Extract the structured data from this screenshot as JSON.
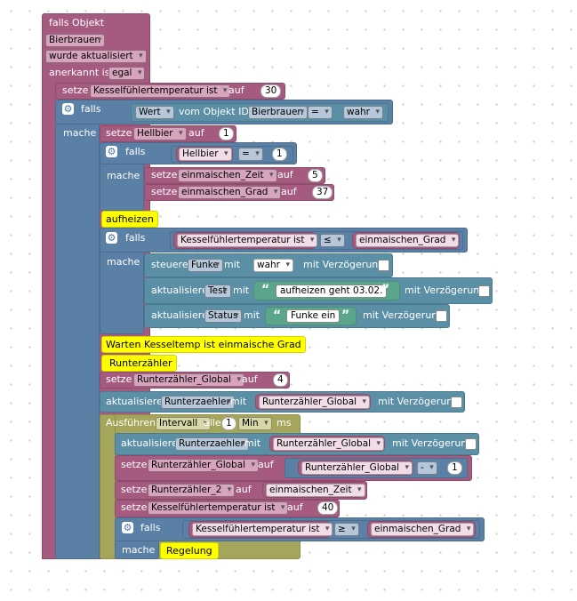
{
  "trigger": {
    "title": "falls Objekt",
    "object": "Bierbrauen",
    "event": "wurde aktualisiert",
    "ack_label": "anerkannt ist",
    "ack_value": "egal"
  },
  "set1": {
    "label": "setze",
    "var": "Kesselfühlertemperatur ist",
    "to": "auf",
    "value": "30"
  },
  "if1": {
    "if_label": "falls",
    "then_label": "mache",
    "value_kw": "Wert",
    "of_obj": "vom Objekt ID",
    "obj": "Bierbrauen",
    "op": "=",
    "val": "wahr"
  },
  "set_hellbier": {
    "label": "setze",
    "var": "Hellbier",
    "to": "auf",
    "value": "1"
  },
  "if2": {
    "if_label": "falls",
    "then_label": "mache",
    "var": "Hellbier",
    "op": "=",
    "val": "1"
  },
  "set_zeit": {
    "label": "setze",
    "var": "einmaischen_Zeit",
    "to": "auf",
    "value": "5"
  },
  "set_grad": {
    "label": "setze",
    "var": "einmaischen_Grad",
    "to": "auf",
    "value": "37"
  },
  "comment1": "aufheizen",
  "if3": {
    "if_label": "falls",
    "then_label": "mache",
    "left": "Kesselfühlertemperatur ist",
    "op": "≤",
    "right": "einmaischen_Grad"
  },
  "control1": {
    "label": "steuere",
    "obj": "Funke",
    "with": "mit",
    "val": "wahr",
    "delay": "mit Verzögerung"
  },
  "update1": {
    "label": "aktualisiere",
    "obj": "Test",
    "with": "mit",
    "text": "aufheizen geht 03.02.",
    "delay": "mit Verzögerung"
  },
  "update2": {
    "label": "aktualisiere",
    "obj": "Status",
    "with": "mit",
    "text": "Funke ein",
    "delay": "mit Verzögerung"
  },
  "comment2": "Warten Kesseltemp ist einmaische Grad",
  "comment3": "Runterzähler",
  "set_runter": {
    "label": "setze",
    "var": "Runterzähler_Global",
    "to": "auf",
    "value": "4"
  },
  "update3": {
    "label": "aktualisiere",
    "obj": "Runterzaehler",
    "with": "mit",
    "var": "Runterzähler_Global",
    "delay": "mit Verzögerung"
  },
  "interval": {
    "label": "Ausführen",
    "type": "Intervall",
    "every": "alle",
    "value": "1",
    "unit": "Min",
    "ms": "ms"
  },
  "update4": {
    "label": "aktualisiere",
    "obj": "Runterzaehler",
    "with": "mit",
    "var": "Runterzähler_Global",
    "delay": "mit Verzögerung"
  },
  "set_dec": {
    "label": "setze",
    "var": "Runterzähler_Global",
    "to": "auf",
    "left": "Runterzähler_Global",
    "op": "-",
    "value": "1"
  },
  "set_r2": {
    "label": "setze",
    "var": "Runterzähler_2",
    "to": "auf",
    "val": "einmaischen_Zeit"
  },
  "set_k40": {
    "label": "setze",
    "var": "Kesselfühlertemperatur ist",
    "to": "auf",
    "value": "40"
  },
  "if4": {
    "if_label": "falls",
    "then_label": "mache",
    "left": "Kesselfühlertemperatur ist",
    "op": "≥",
    "right": "einmaischen_Grad"
  },
  "comment4": "Regelung",
  "colors": {
    "event": "#a55b80",
    "logic": "#5b80a5",
    "action": "#5b8fa5",
    "text": "#5ba58c",
    "timer": "#a5a55b",
    "comment": "#ffff00"
  },
  "icons": {
    "gear": "gear-icon",
    "checkbox": "checkbox-icon",
    "dropdown": "chevron-down-icon"
  }
}
